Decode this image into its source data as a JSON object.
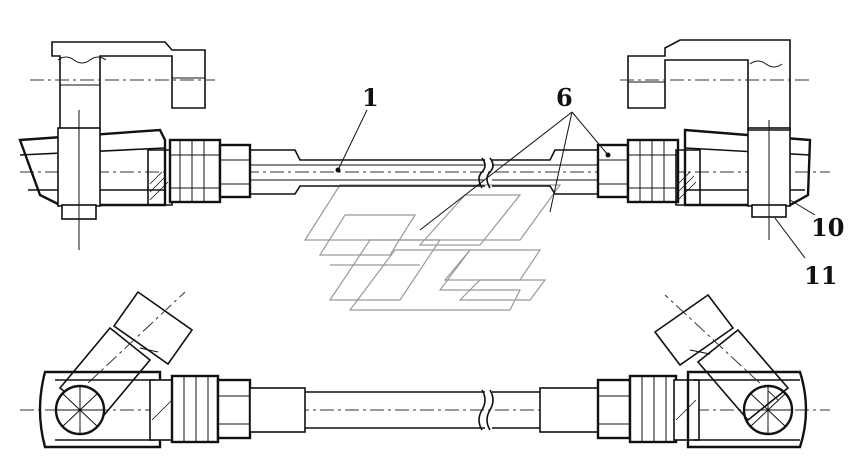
{
  "diagram": {
    "callouts": {
      "part_1": "1",
      "part_6": "6",
      "part_10": "10",
      "part_11": "11"
    },
    "views": [
      "side-elevation",
      "plan-view"
    ],
    "colors": {
      "ink": "#111111",
      "watermark": "#9a9a9a",
      "background": "#ffffff"
    }
  }
}
